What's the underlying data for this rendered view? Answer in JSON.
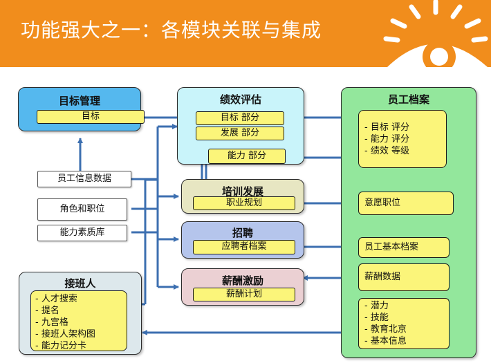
{
  "title": "功能强大之一：各模块关联与集成",
  "boxes": {
    "goal": {
      "title": "目标管理",
      "items": [
        "目标"
      ]
    },
    "perf": {
      "title": "绩效评估",
      "items": [
        "目标 部分",
        "发展 部分",
        "能力 部分"
      ]
    },
    "train": {
      "title": "培训发展",
      "items": [
        "职业规划"
      ]
    },
    "recruit": {
      "title": "招聘",
      "items": [
        "应聘者档案"
      ]
    },
    "salary": {
      "title": "薪酬激励",
      "items": [
        "薪酬计划"
      ]
    },
    "succession": {
      "title": "接班人",
      "items": [
        "- 人才搜索",
        "- 提名",
        "- 九宫格",
        "- 接班人架构图",
        "- 能力记分卡"
      ]
    },
    "employee": {
      "title": "员工档案",
      "scores": [
        "- 目标 评分",
        "- 能力 评分",
        "- 绩效 等级"
      ],
      "desired": "意愿职位",
      "basic": "员工基本档案",
      "salary_data": "薪酬数据",
      "other": [
        "- 潜力",
        "- 技能",
        "- 教育北京",
        "- 基本信息"
      ]
    }
  },
  "inputs": [
    "员工信息数据",
    "角色和职位",
    "能力素质库"
  ],
  "colors": {
    "header": "#f18d1c",
    "pill": "#fbf57a",
    "arrow": "#3c6fb0",
    "goal_box": "#55b8ee",
    "perf_box": "#c9f4fa",
    "train_box": "#e7e6c2",
    "recruit_box": "#b5c5ec",
    "salary_box": "#ebd0d3",
    "succession_box": "#dde8ec",
    "employee_box": "#93e79c"
  }
}
